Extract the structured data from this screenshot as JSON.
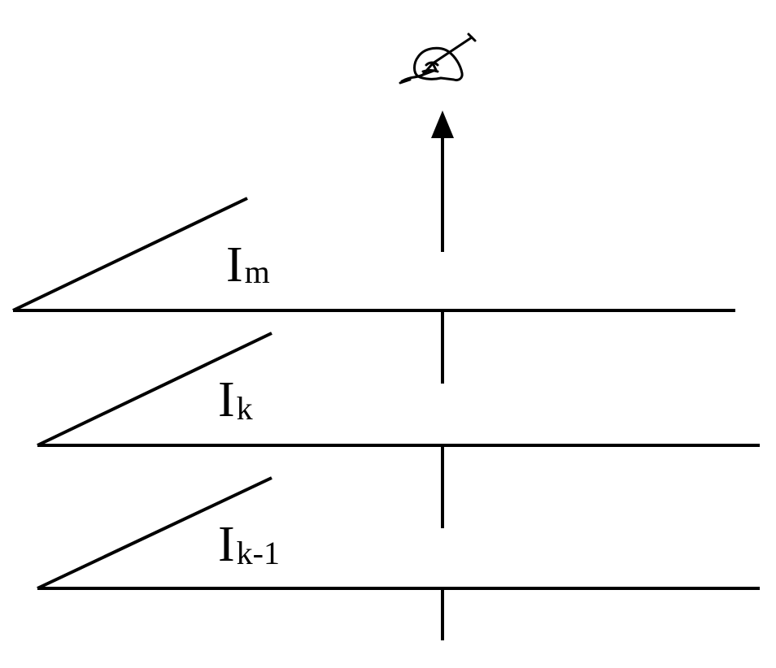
{
  "layers": [
    {
      "name": "top",
      "label_main": "I",
      "label_sub": "m"
    },
    {
      "name": "middle",
      "label_main": "I",
      "label_sub": "k"
    },
    {
      "name": "bottom",
      "label_main": "I",
      "label_sub": "k-1"
    }
  ],
  "icons": {
    "top": "writing-hand-icon"
  },
  "colors": {
    "line": "#000000",
    "background": "#ffffff"
  }
}
